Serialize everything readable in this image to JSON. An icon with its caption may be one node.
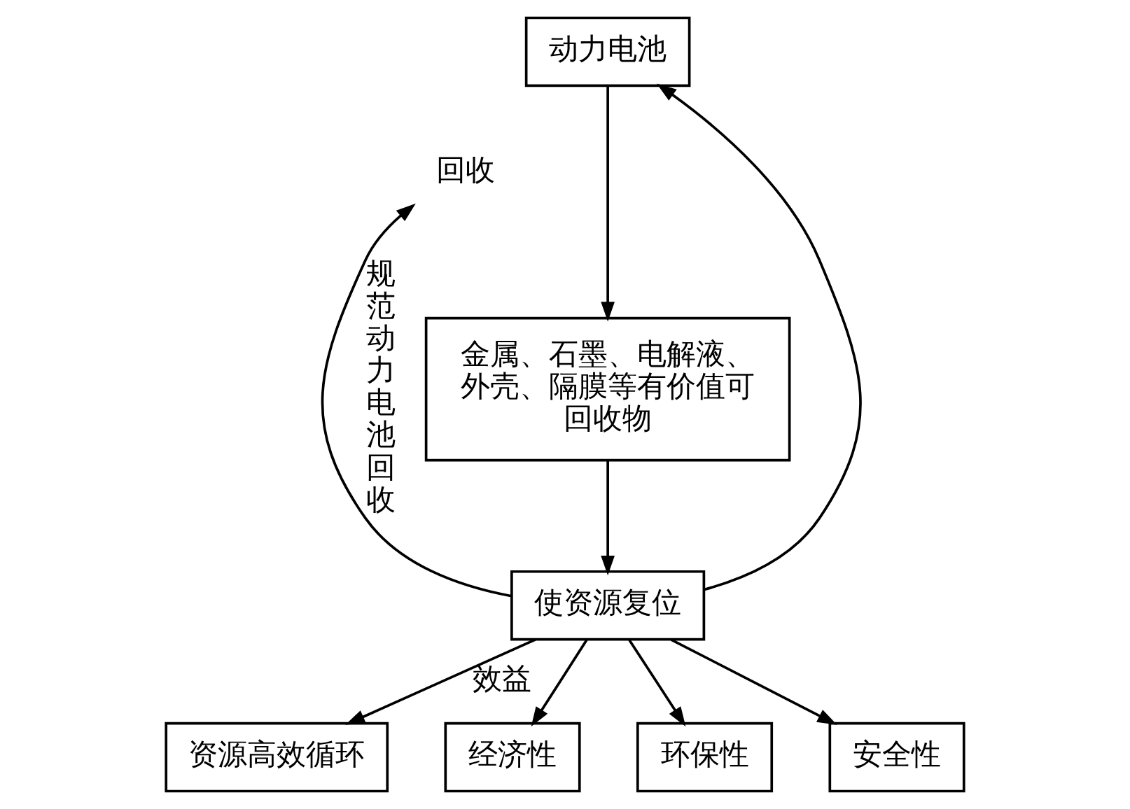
{
  "diagram": {
    "nodes": [
      {
        "text": [
          "动力电池"
        ]
      },
      {
        "text": [
          "回收"
        ]
      },
      {
        "text": [
          "金属、石墨、电解液、外壳、隔膜等有价值可回收物"
        ]
      },
      {
        "text": [
          "使资源复位"
        ]
      },
      {
        "text": [
          "资源高效循环"
        ]
      },
      {
        "text": [
          "经济性"
        ]
      },
      {
        "text": [
          "环保性"
        ]
      },
      {
        "text": [
          "安全性"
        ]
      }
    ],
    "edges": [
      {
        "from": 0,
        "to": 2,
        "arrow": "to"
      },
      {
        "from": 2,
        "to": 3,
        "arrow": "to"
      },
      {
        "from": 3,
        "to": 0,
        "arrow": "to"
      },
      {
        "from": 3,
        "to": 4,
        "arrow": "to",
        "label": "效益"
      },
      {
        "from": 3,
        "to": 5,
        "arrow": "to"
      },
      {
        "from": 3,
        "to": 6,
        "arrow": "to"
      },
      {
        "from": 3,
        "to": 7,
        "arrow": "to"
      },
      {
        "from": 3,
        "to": 1,
        "arrow": "to",
        "label": "规范动力电池回收"
      }
    ]
  }
}
